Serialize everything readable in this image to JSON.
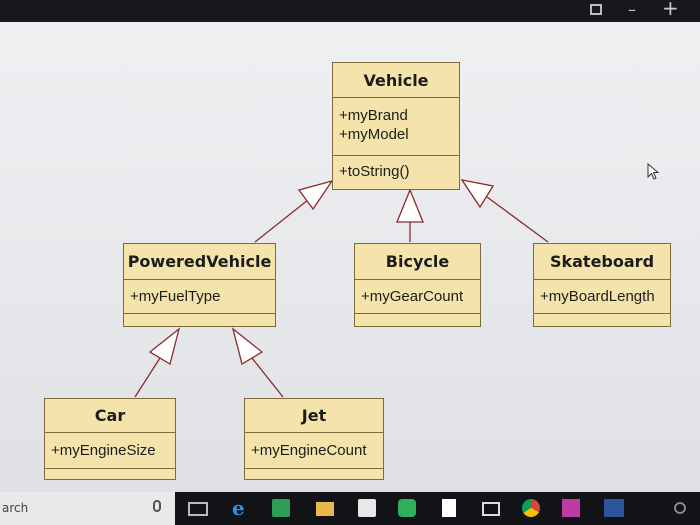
{
  "taskbar": {
    "search_text": "arch"
  },
  "window_controls": {
    "minimize": "–",
    "add": "+"
  },
  "diagram": {
    "classes": [
      {
        "id": "vehicle",
        "name": "Vehicle",
        "attributes": [
          "+myBrand",
          "+myModel"
        ],
        "operations": [
          "+toString()"
        ]
      },
      {
        "id": "powered-vehicle",
        "name": "PoweredVehicle",
        "attributes": [
          "+myFuelType"
        ],
        "operations": []
      },
      {
        "id": "bicycle",
        "name": "Bicycle",
        "attributes": [
          "+myGearCount"
        ],
        "operations": []
      },
      {
        "id": "skateboard",
        "name": "Skateboard",
        "attributes": [
          "+myBoardLength"
        ],
        "operations": []
      },
      {
        "id": "car",
        "name": "Car",
        "attributes": [
          "+myEngineSize"
        ],
        "operations": []
      },
      {
        "id": "jet",
        "name": "Jet",
        "attributes": [
          "+myEngineCount"
        ],
        "operations": []
      }
    ],
    "inheritance": [
      {
        "child": "powered-vehicle",
        "parent": "vehicle"
      },
      {
        "child": "bicycle",
        "parent": "vehicle"
      },
      {
        "child": "skateboard",
        "parent": "vehicle"
      },
      {
        "child": "car",
        "parent": "powered-vehicle"
      },
      {
        "child": "jet",
        "parent": "powered-vehicle"
      }
    ],
    "colors": {
      "class_fill": "#f4e4ac",
      "class_border": "#7e6a3c",
      "connector": "#8a2a2a"
    }
  }
}
